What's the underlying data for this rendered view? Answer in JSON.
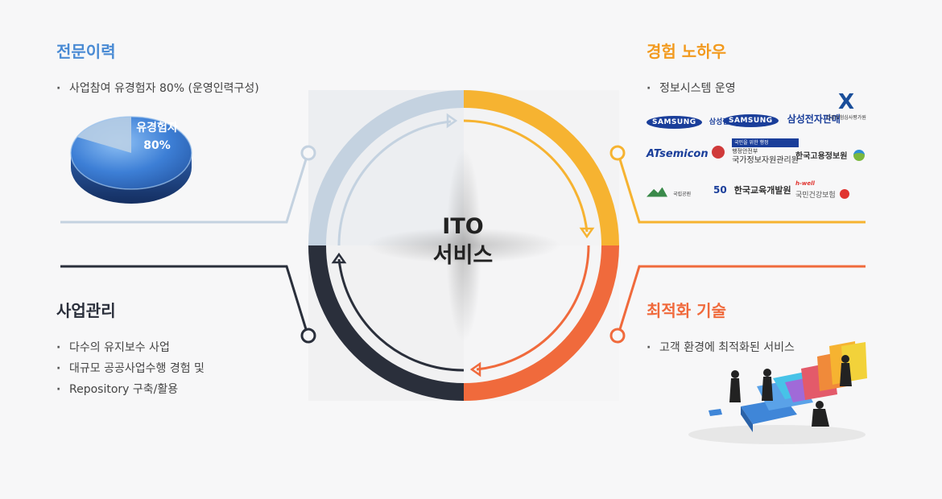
{
  "center": {
    "line1": "ITO",
    "line2": "서비스"
  },
  "expertise": {
    "title": "전문이력",
    "items": [
      "사업참여 유경험자 80% (운영인력구성)"
    ],
    "pie_label": "유경험자",
    "pie_value": "80%"
  },
  "knowhow": {
    "title": "경험 노하우",
    "items": [
      "정보시스템 운영"
    ]
  },
  "logos": [
    {
      "mark": "SAMSUNG",
      "text": "삼성전자"
    },
    {
      "mark": "SAMSUNG",
      "text": "삼성전자판매"
    },
    {
      "text": "건강보험심사평가원"
    },
    {
      "text": "ATsemicon"
    },
    {
      "tag": "국민을 위한 행정",
      "sub": "행정안전부",
      "text": "국가정보자원관리원"
    },
    {
      "text": "한국고용정보원"
    },
    {
      "text": "국립공원"
    },
    {
      "mark": "50",
      "text": "한국교육개발원"
    },
    {
      "tag": "h-well",
      "text": "국민건강보험"
    }
  ],
  "management": {
    "title": "사업관리",
    "items": [
      "다수의 유지보수 사업",
      "대규모 공공사업수행 경험 및",
      "Repository 구축/활용"
    ]
  },
  "optimization": {
    "title": "최적화 기술",
    "items": [
      "고객 환경에 최적화된 서비스"
    ]
  },
  "colors": {
    "expertise": "#c4d2e0",
    "knowhow": "#f6b331",
    "management": "#2a2f3b",
    "optimization": "#f06a3c"
  }
}
